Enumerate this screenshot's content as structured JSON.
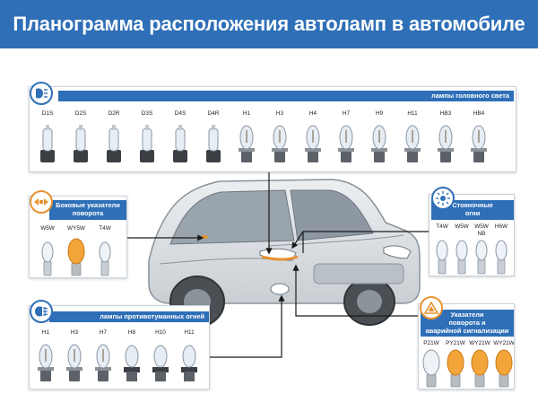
{
  "title": "Планограмма расположения автоламп в автомобиле",
  "colors": {
    "header": "#2e6fb7",
    "panel_border": "#c8d3df",
    "orange": "#e8912f",
    "bulb_glass": "#dbe4ee"
  },
  "headlights": {
    "label": "лампы головного света",
    "icon": "headlight-icon",
    "lamps": [
      "D1S",
      "D2S",
      "D2R",
      "D3S",
      "D4S",
      "D4R",
      "H1",
      "H3",
      "H4",
      "H7",
      "H9",
      "H11",
      "HB3",
      "HB4"
    ]
  },
  "side_indicators": {
    "label_line1": "Боковые указатели",
    "label_line2": "поворота",
    "icon": "turn-signal-icon",
    "lamps": [
      "W5W",
      "WY5W",
      "T4W"
    ]
  },
  "fog_lights": {
    "label": "лампы противотуманных огней",
    "icon": "fog-light-icon",
    "lamps": [
      "H1",
      "H3",
      "H7",
      "H8",
      "H10",
      "H11"
    ]
  },
  "parking_lights": {
    "label_line1": "Стояночные",
    "label_line2": "огни",
    "icon": "parking-light-icon",
    "lamps": [
      "T4W",
      "W5W",
      "W5W",
      "H6W"
    ],
    "lamp_notes": [
      "",
      "",
      "NB",
      ""
    ]
  },
  "turn_hazard": {
    "label_line1": "Указатели",
    "label_line2": "поворота и",
    "label_line3": "аварийной сигнализации",
    "icon": "hazard-icon",
    "lamps": [
      "P21W",
      "PY21W",
      "WY21W",
      "WY21W"
    ]
  }
}
